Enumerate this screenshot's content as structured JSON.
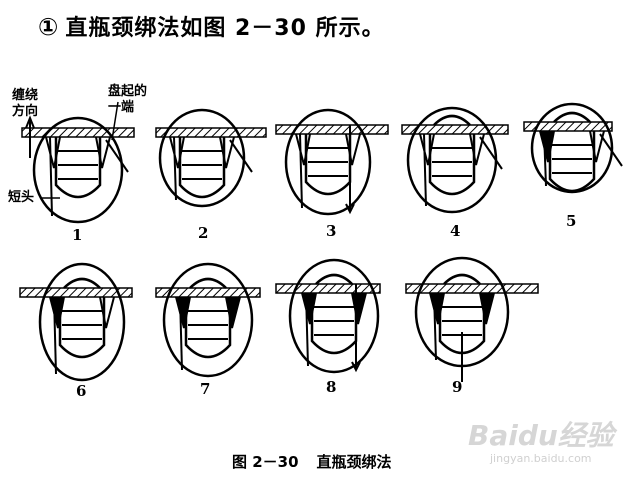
{
  "heading": {
    "symbol": "①",
    "text": "直瓶颈绑法如图 2－30 所示。"
  },
  "annotations": {
    "winding_direction": "缠绕\n方向",
    "coiled_end": "盘起的\n一端",
    "short_end": "短头"
  },
  "step_numbers": [
    "1",
    "2",
    "3",
    "4",
    "5",
    "6",
    "7",
    "8",
    "9"
  ],
  "caption": {
    "figure": "图 2－30",
    "title": "直瓶颈绑法"
  },
  "watermark": {
    "brand": "Baidu经验",
    "url": "jingyan.baidu.com"
  }
}
